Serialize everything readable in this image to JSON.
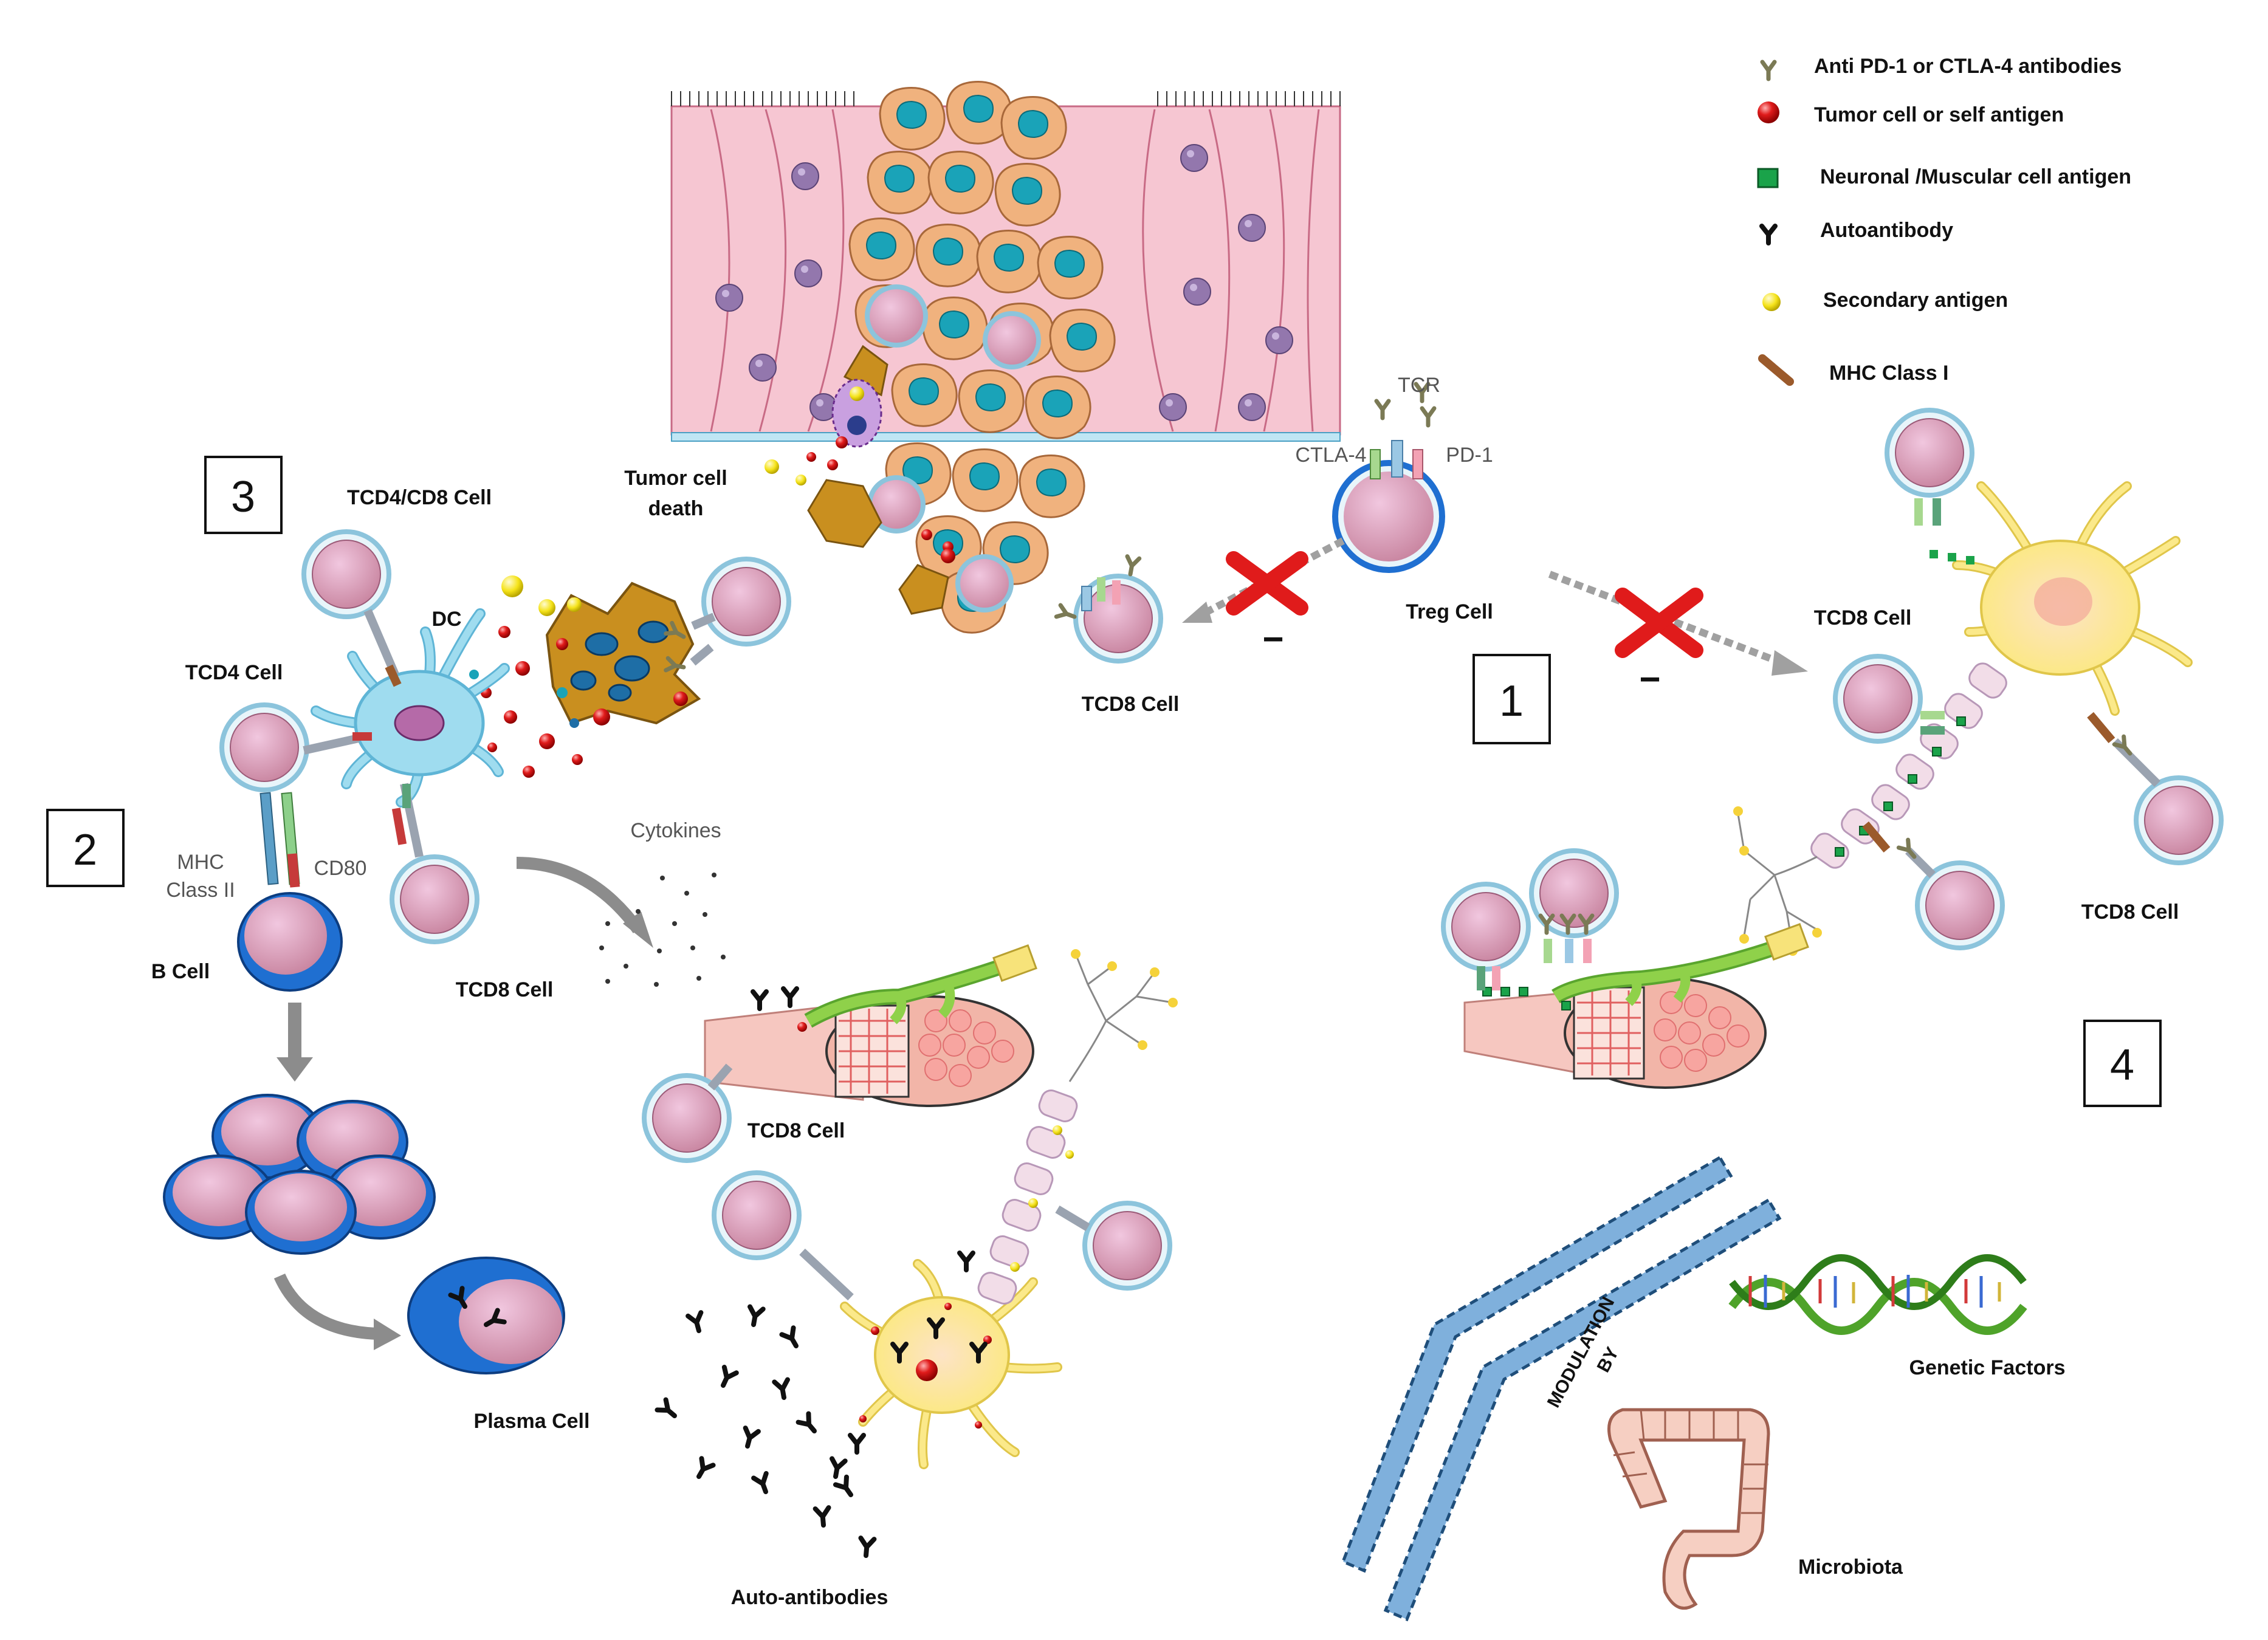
{
  "legend": {
    "items": [
      {
        "icon": "antibody-y-olive-icon",
        "label": "Anti PD-1 or CTLA-4 antibodies"
      },
      {
        "icon": "red-sphere-icon",
        "label": "Tumor cell or self antigen"
      },
      {
        "icon": "green-square-icon",
        "label": "Neuronal /Muscular  cell  antigen"
      },
      {
        "icon": "autoantibody-black-icon",
        "label": "Autoantibody"
      },
      {
        "icon": "yellow-sphere-icon",
        "label": "Secondary antigen"
      },
      {
        "icon": "mhc-class-i-bar-icon",
        "label": "MHC Class I"
      }
    ]
  },
  "panels": {
    "p1": "1",
    "p2": "2",
    "p3": "3",
    "p4": "4"
  },
  "labels": {
    "tumor_death_1": "Tumor cell",
    "tumor_death_2": "death",
    "tcd4_cd8": "TCD4/CD8 Cell",
    "dc": "DC",
    "tcd4": "TCD4 Cell",
    "mhc_1": "MHC",
    "mhc_2": "Class II",
    "cd80": "CD80",
    "b_cell": "B Cell",
    "tcd8_left": "TCD8 Cell",
    "cytokines": "Cytokines",
    "tcd8_center": "TCD8 Cell",
    "tcd8_muscle": "TCD8 Cell",
    "plasma": "Plasma Cell",
    "auto_antibodies": "Auto-antibodies",
    "tcr": "TCR",
    "ctla4": "CTLA-4",
    "pd1": "PD-1",
    "treg": "Treg Cell",
    "tcd8_right_top": "TCD8 Cell",
    "tcd8_right_bottom": "TCD8 Cell",
    "minus_1": "−",
    "minus_2": "−",
    "modulation_1": "MODULATION",
    "modulation_2": "BY",
    "genetic": "Genetic Factors",
    "microbiota": "Microbiota"
  },
  "colors": {
    "cell_body": "#d99bbf",
    "cell_ring": "#b9e0ee",
    "b_cell_ring": "#1f6fd1",
    "dc_body": "#9fdcef",
    "tumor_cell": "#f0b27e",
    "tumor_nucleus": "#1aa3b8",
    "epithelium": "#f6c6d2",
    "neuron": "#fbe98a",
    "inhibition_x": "#e01b1b",
    "modulation_band": "#7fb0dc",
    "antigen_red": "#e01b1b",
    "antigen_green": "#1aa34a",
    "antigen_yellow": "#f5e31a",
    "mhc_class_i": "#9b5a2b"
  }
}
